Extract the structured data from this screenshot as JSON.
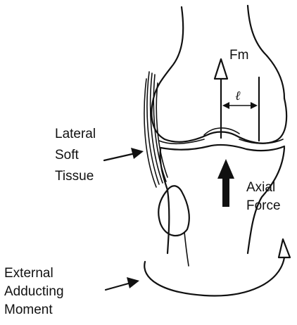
{
  "labels": {
    "fm": "Fm",
    "lever": "ℓ",
    "lateral_soft_tissue": [
      "Lateral",
      "Soft",
      "Tissue"
    ],
    "axial_force": [
      "Axial",
      "Force"
    ],
    "external_adducting_moment": [
      "External",
      "Adducting",
      "Moment"
    ]
  }
}
